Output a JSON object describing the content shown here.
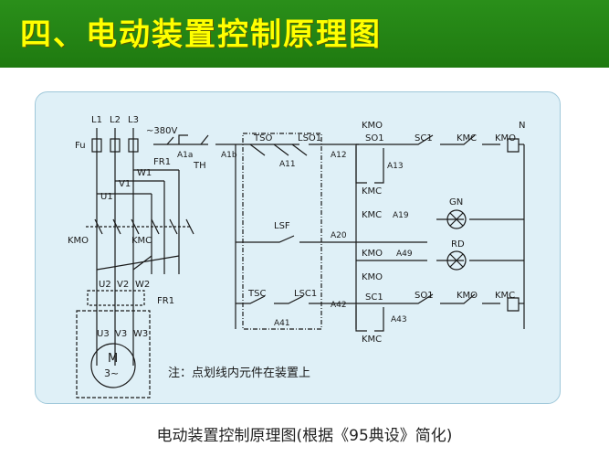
{
  "title": "四、电动装置控制原理图",
  "caption": "电动装置控制原理图(根据《95典设》简化)",
  "note": "注：点划线内元件在装置上",
  "colors": {
    "header_bg": "#1f7a10",
    "title_text": "#ffff00",
    "panel_bg": "#dff0f7",
    "wire": "#1a1a1a"
  },
  "labels": {
    "l1": "L1",
    "l2": "L2",
    "l3": "L3",
    "n": "N",
    "v380": "~380V",
    "fu": "Fu",
    "fr1_top": "FR1",
    "fr1_bottom": "FR1",
    "th": "TH",
    "a1a": "A1a",
    "a1b": "A1b",
    "w1": "W1",
    "v1": "V1",
    "u1": "U1",
    "kmo_main": "KMO",
    "kmc_main": "KMC",
    "u2": "U2",
    "v2": "V2",
    "w2": "W2",
    "u3": "U3",
    "v3": "V3",
    "w3": "W3",
    "motor_m": "M",
    "motor_ph": "3~",
    "tso": "TSO",
    "lso1": "LSO1",
    "a11": "A11",
    "a12": "A12",
    "kmo_top": "KMO",
    "so1_top": "SO1",
    "a13": "A13",
    "sc1_top": "SC1",
    "kmc_coil_top": "KMC",
    "kmo_coil_label": "KMO",
    "kmc_hold": "KMC",
    "lsf": "LSF",
    "a20": "A20",
    "kmc_gn": "KMC",
    "a19": "A19",
    "gn": "GN",
    "kmo_rd": "KMO",
    "a49": "A49",
    "rd": "RD",
    "kmo_hold": "KMO",
    "tsc": "TSC",
    "lsc1": "LSC1",
    "a41": "A41",
    "a42": "A42",
    "sc1_bot": "SC1",
    "a43": "A43",
    "so1_bot": "SO1",
    "kmo_bot": "KMO",
    "kmc_coil_label": "KMC",
    "kmc_int": "KMC"
  }
}
